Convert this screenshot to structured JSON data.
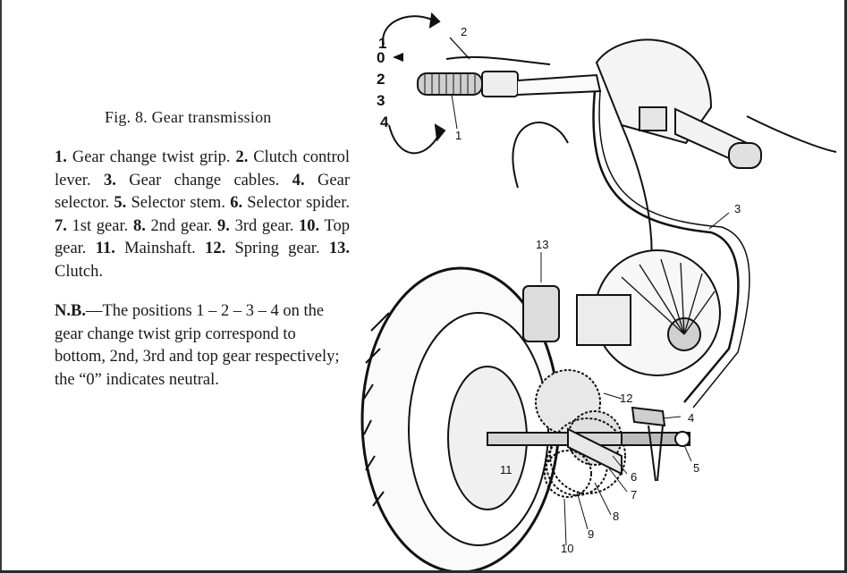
{
  "figure": {
    "title": "Fig. 8.  Gear transmission",
    "legend": [
      {
        "num": "1.",
        "text": "Gear change twist grip."
      },
      {
        "num": "2.",
        "text": "Clutch control lever."
      },
      {
        "num": "3.",
        "text": "Gear change cables."
      },
      {
        "num": "4.",
        "text": "Gear selector."
      },
      {
        "num": "5.",
        "text": "Selector stem."
      },
      {
        "num": "6.",
        "text": "Selector spider."
      },
      {
        "num": "7.",
        "text": "1st gear."
      },
      {
        "num": "8.",
        "text": "2nd gear."
      },
      {
        "num": "9.",
        "text": "3rd gear."
      },
      {
        "num": "10.",
        "text": "Top gear."
      },
      {
        "num": "11.",
        "text": "Mainshaft."
      },
      {
        "num": "12.",
        "text": "Spring gear."
      },
      {
        "num": "13.",
        "text": "Clutch."
      }
    ],
    "note_label": "N.B.",
    "note_text": "—The positions 1 – 2 – 3 – 4 on the gear change twist grip correspond to bottom, 2nd, 3rd and top gear respectively; the “0” indicates neutral.",
    "grip_positions": [
      "1",
      "0",
      "2",
      "3",
      "4"
    ],
    "callouts": [
      "1",
      "2",
      "3",
      "4",
      "5",
      "6",
      "7",
      "8",
      "9",
      "10",
      "11",
      "12",
      "13"
    ]
  }
}
